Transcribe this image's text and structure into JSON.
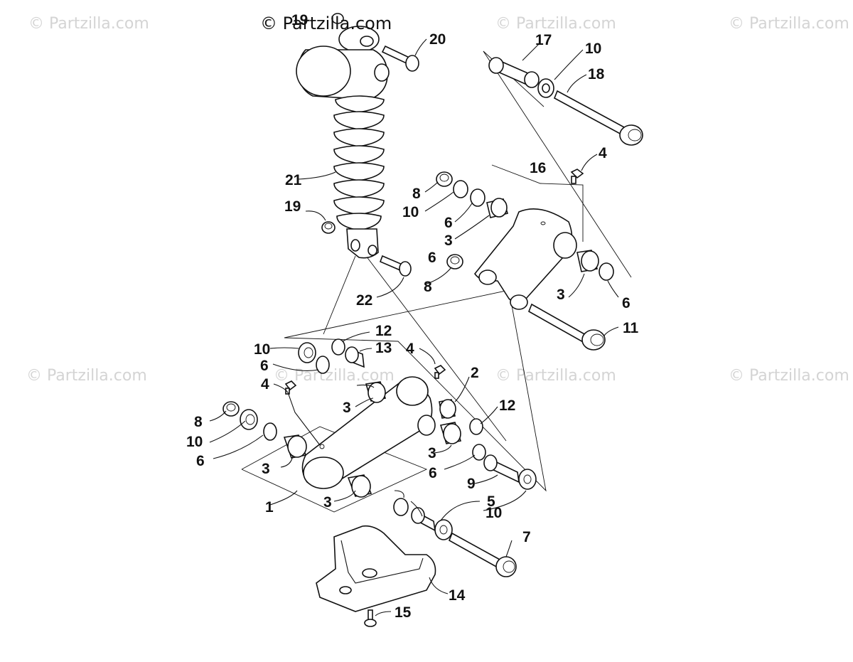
{
  "watermark": {
    "text": "© Partzilla.com",
    "color": "#d4d4d4"
  },
  "top_watermark": "© Partzilla.com",
  "callouts": [
    {
      "id": "c1",
      "label": "1"
    },
    {
      "id": "c2",
      "label": "2"
    },
    {
      "id": "c3a",
      "label": "3"
    },
    {
      "id": "c3b",
      "label": "3"
    },
    {
      "id": "c3c",
      "label": "3"
    },
    {
      "id": "c3d",
      "label": "3"
    },
    {
      "id": "c3e",
      "label": "3"
    },
    {
      "id": "c3f",
      "label": "3"
    },
    {
      "id": "c4a",
      "label": "4"
    },
    {
      "id": "c4b",
      "label": "4"
    },
    {
      "id": "c4c",
      "label": "4"
    },
    {
      "id": "c5",
      "label": "5"
    },
    {
      "id": "c6a",
      "label": "6"
    },
    {
      "id": "c6b",
      "label": "6"
    },
    {
      "id": "c6c",
      "label": "6"
    },
    {
      "id": "c6d",
      "label": "6"
    },
    {
      "id": "c6e",
      "label": "6"
    },
    {
      "id": "c6f",
      "label": "6"
    },
    {
      "id": "c7",
      "label": "7"
    },
    {
      "id": "c8a",
      "label": "8"
    },
    {
      "id": "c8b",
      "label": "8"
    },
    {
      "id": "c8c",
      "label": "8"
    },
    {
      "id": "c9",
      "label": "9"
    },
    {
      "id": "c10a",
      "label": "10"
    },
    {
      "id": "c10b",
      "label": "10"
    },
    {
      "id": "c10c",
      "label": "10"
    },
    {
      "id": "c10d",
      "label": "10"
    },
    {
      "id": "c10e",
      "label": "10"
    },
    {
      "id": "c11",
      "label": "11"
    },
    {
      "id": "c12a",
      "label": "12"
    },
    {
      "id": "c12b",
      "label": "12"
    },
    {
      "id": "c13",
      "label": "13"
    },
    {
      "id": "c14",
      "label": "14"
    },
    {
      "id": "c15",
      "label": "15"
    },
    {
      "id": "c16",
      "label": "16"
    },
    {
      "id": "c17",
      "label": "17"
    },
    {
      "id": "c18",
      "label": "18"
    },
    {
      "id": "c19a",
      "label": "19"
    },
    {
      "id": "c19b",
      "label": "19"
    },
    {
      "id": "c20",
      "label": "20"
    },
    {
      "id": "c21",
      "label": "21"
    },
    {
      "id": "c22",
      "label": "22"
    }
  ]
}
